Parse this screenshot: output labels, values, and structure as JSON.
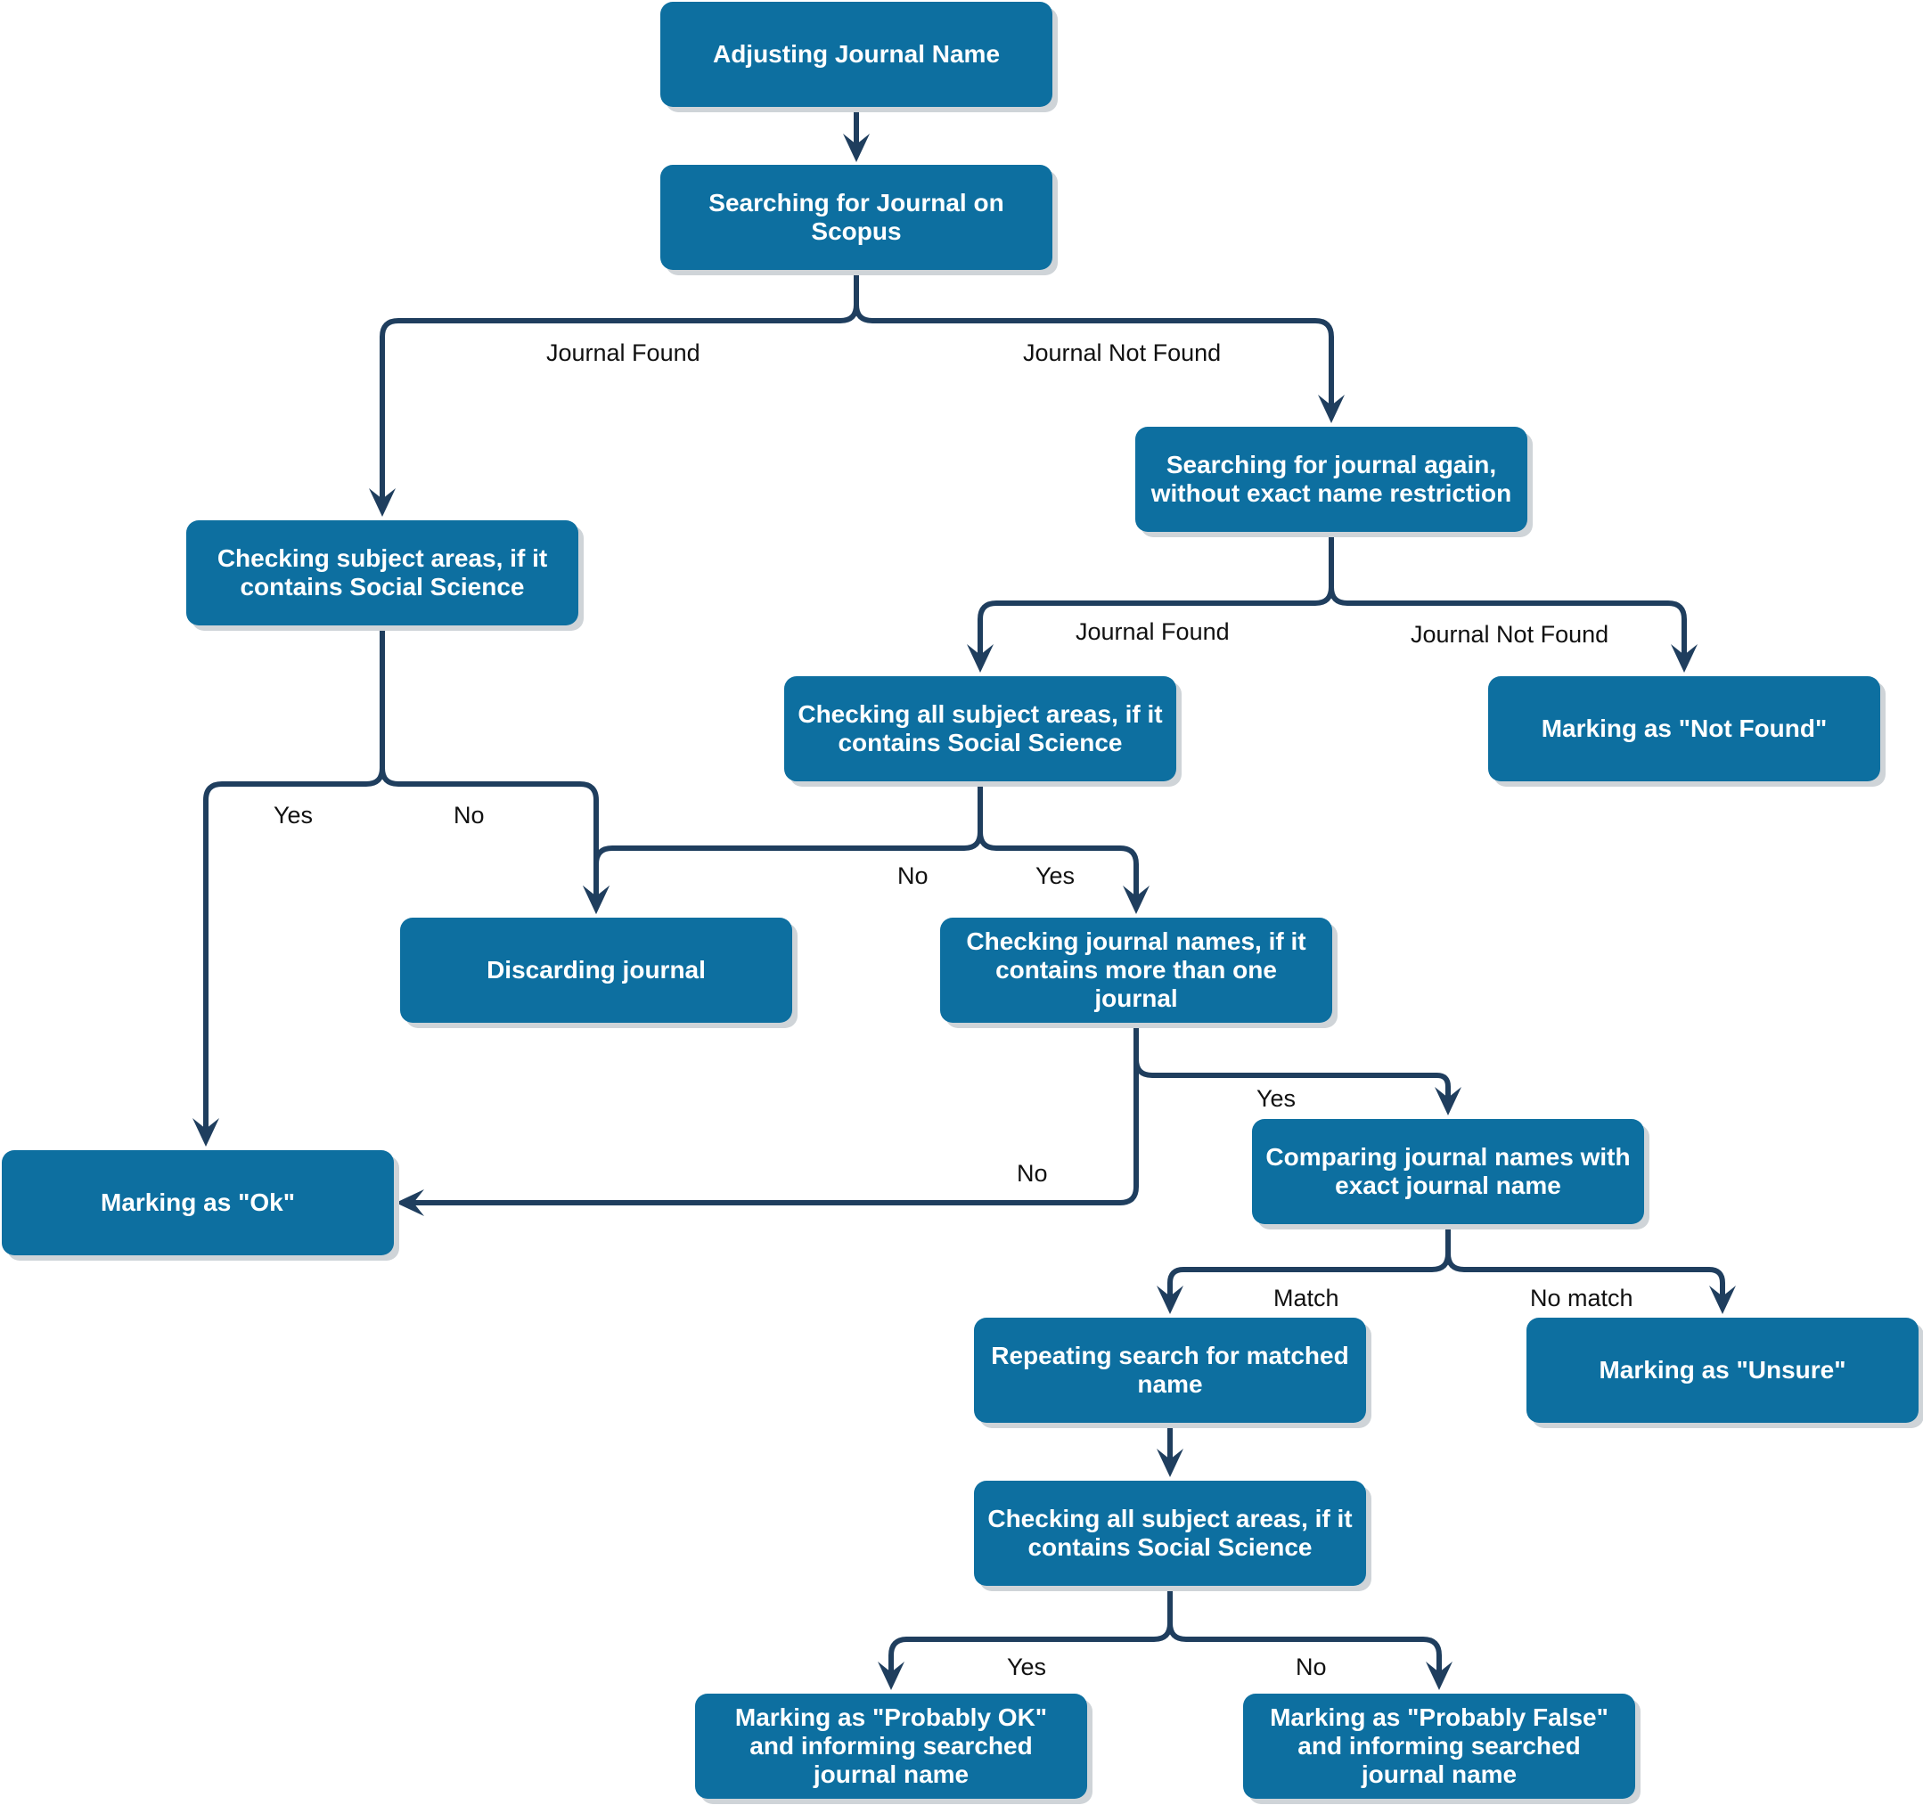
{
  "nodes": {
    "adjusting": "Adjusting Journal Name",
    "searching": "Searching for Journal on\nScopus",
    "check_subject": "Checking subject areas, if it\ncontains Social Science",
    "search_again": "Searching for journal again,\nwithout exact name restriction",
    "check_all_subject": "Checking all subject areas, if it\ncontains Social Science",
    "not_found": "Marking as \"Not Found\"",
    "discarding": "Discarding journal",
    "check_names": "Checking journal names, if it\ncontains more than one journal",
    "ok": "Marking as \"Ok\"",
    "comparing": "Comparing journal names with\nexact journal name",
    "repeating": "Repeating search for matched\nname",
    "unsure": "Marking as \"Unsure\"",
    "check_all_subject_2": "Checking all subject areas, if it\ncontains Social Science",
    "probably_ok": "Marking as \"Probably OK\"\nand informing searched\njournal name",
    "probably_false": "Marking as \"Probably False\"\nand informing searched\njournal name"
  },
  "edge_labels": {
    "journal_found_1": "Journal Found",
    "journal_not_found_1": "Journal Not Found",
    "journal_found_2": "Journal Found",
    "journal_not_found_2": "Journal Not Found",
    "yes_1": "Yes",
    "no_1": "No",
    "no_2": "No",
    "yes_2": "Yes",
    "yes_3": "Yes",
    "no_3": "No",
    "match": "Match",
    "no_match": "No match",
    "yes_4": "Yes",
    "no_4": "No"
  },
  "colors": {
    "node_fill": "#0d6fa0",
    "node_text": "#ffffff",
    "edge": "#1f3e5e",
    "shadow": "#cfd4d8"
  }
}
